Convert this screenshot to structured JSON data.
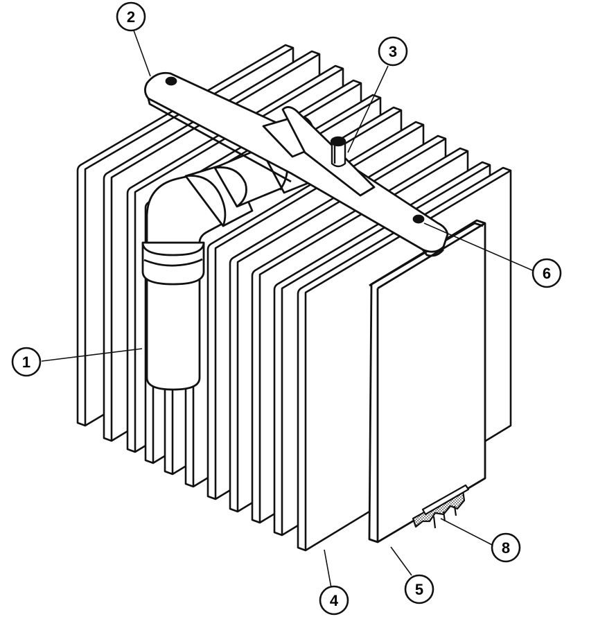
{
  "colors": {
    "ink": "#111111",
    "paper": "#ffffff",
    "texture": "#cfcfcf"
  },
  "callouts": [
    {
      "id": "c1",
      "label": "1"
    },
    {
      "id": "c2",
      "label": "2"
    },
    {
      "id": "c3",
      "label": "3"
    },
    {
      "id": "c4",
      "label": "4"
    },
    {
      "id": "c5",
      "label": "5"
    },
    {
      "id": "c6",
      "label": "6"
    },
    {
      "id": "c8",
      "label": "8"
    }
  ]
}
